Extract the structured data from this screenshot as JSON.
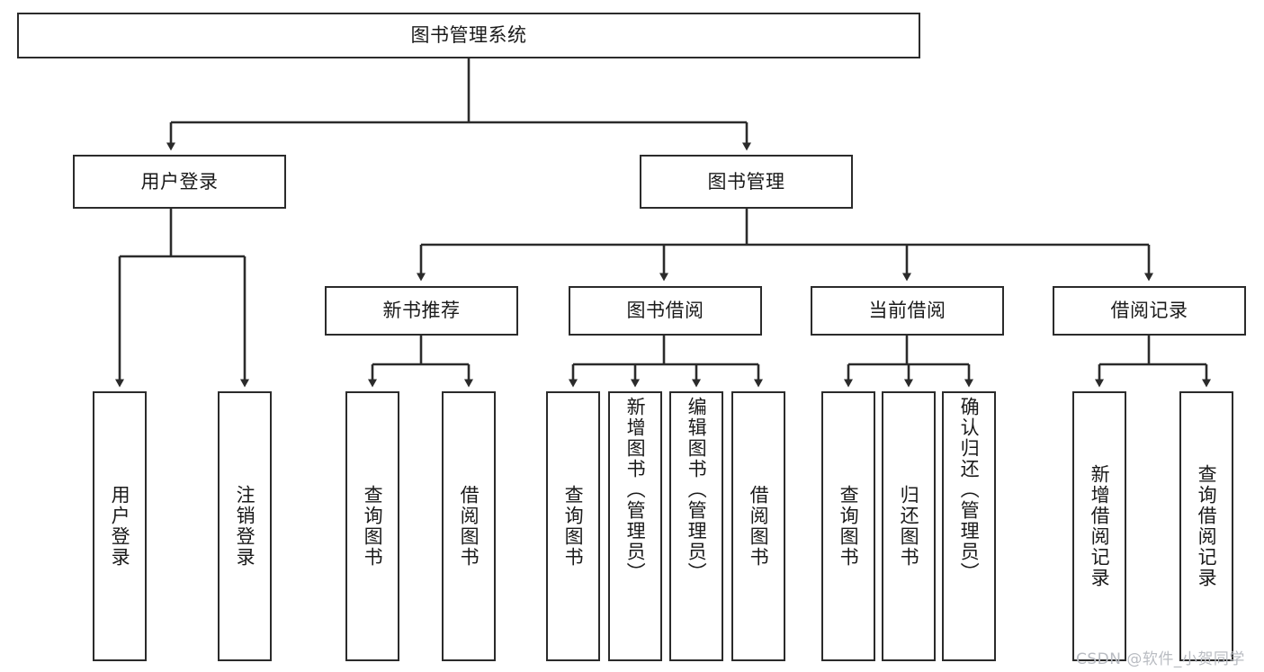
{
  "diagram": {
    "type": "tree-hierarchy",
    "title": "图书管理系统",
    "root": {
      "id": "root",
      "label": "图书管理系统"
    },
    "level1": [
      {
        "id": "user-login",
        "label": "用户登录"
      },
      {
        "id": "book-manage",
        "label": "图书管理"
      }
    ],
    "level2": [
      {
        "id": "new-book-rec",
        "label": "新书推荐",
        "parent": "book-manage"
      },
      {
        "id": "book-borrow",
        "label": "图书借阅",
        "parent": "book-manage"
      },
      {
        "id": "current-borrow",
        "label": "当前借阅",
        "parent": "book-manage"
      },
      {
        "id": "borrow-record",
        "label": "借阅记录",
        "parent": "book-manage"
      }
    ],
    "leaves": [
      {
        "id": "leaf-user-login",
        "label": "用户登录",
        "parent": "user-login"
      },
      {
        "id": "leaf-logout",
        "label": "注销登录",
        "parent": "user-login"
      },
      {
        "id": "leaf-query-book-1",
        "label": "查询图书",
        "parent": "new-book-rec"
      },
      {
        "id": "leaf-borrow-book-1",
        "label": "借阅图书",
        "parent": "new-book-rec"
      },
      {
        "id": "leaf-query-book-2",
        "label": "查询图书",
        "parent": "book-borrow"
      },
      {
        "id": "leaf-add-book",
        "label": "新增图书（管理员）",
        "parent": "book-borrow"
      },
      {
        "id": "leaf-edit-book",
        "label": "编辑图书（管理员）",
        "parent": "book-borrow"
      },
      {
        "id": "leaf-borrow-book-2",
        "label": "借阅图书",
        "parent": "book-borrow"
      },
      {
        "id": "leaf-query-book-3",
        "label": "查询图书",
        "parent": "current-borrow"
      },
      {
        "id": "leaf-return-book",
        "label": "归还图书",
        "parent": "current-borrow"
      },
      {
        "id": "leaf-confirm-return",
        "label": "确认归还（管理员）",
        "parent": "current-borrow"
      },
      {
        "id": "leaf-add-record",
        "label": "新增借阅记录",
        "parent": "borrow-record"
      },
      {
        "id": "leaf-query-record",
        "label": "查询借阅记录",
        "parent": "borrow-record"
      }
    ],
    "colors": {
      "stroke": "#2b2b2b",
      "fill": "#ffffff",
      "text": "#1a1a1a",
      "watermark": "#b9bcc2"
    }
  },
  "watermark": {
    "text": "CSDN @软件_小贺同学"
  }
}
